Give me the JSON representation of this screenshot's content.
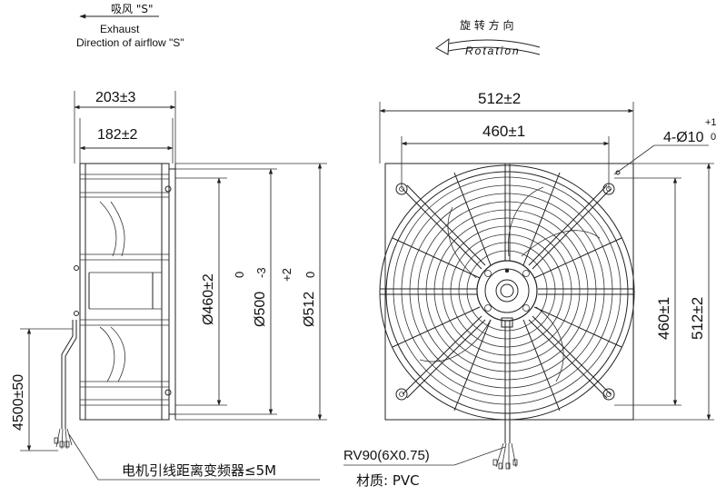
{
  "airflow": {
    "cn": "吸风 \"S\"",
    "en_line1": "Exhaust",
    "en_line2": "Direction of airflow \"S\""
  },
  "rotation": {
    "cn": "旋 转 方 向",
    "en": "Rotation"
  },
  "side_view": {
    "dim_overall_depth": "203±3",
    "dim_guard_depth": "182±2",
    "dim_dia_460": "Ø460±2",
    "dim_dia_500_base": "Ø500",
    "dim_dia_500_upper": "0",
    "dim_dia_500_lower": "-3",
    "dim_dia_512_base": "Ø512",
    "dim_dia_512_upper": "+2",
    "dim_dia_512_lower": "0",
    "dim_cable_length": "4500±50"
  },
  "front_view": {
    "dim_width_overall": "512±2",
    "dim_width_holes": "460±1",
    "dim_holes_base": "4-Ø10",
    "dim_holes_upper": "+1",
    "dim_holes_lower": "0",
    "dim_height_holes": "460±1",
    "dim_height_overall": "512±2"
  },
  "notes": {
    "cable_distance": "电机引线距离变频器≤5M",
    "cable_spec": "RV90(6X0.75)",
    "material": "材质: PVC"
  }
}
